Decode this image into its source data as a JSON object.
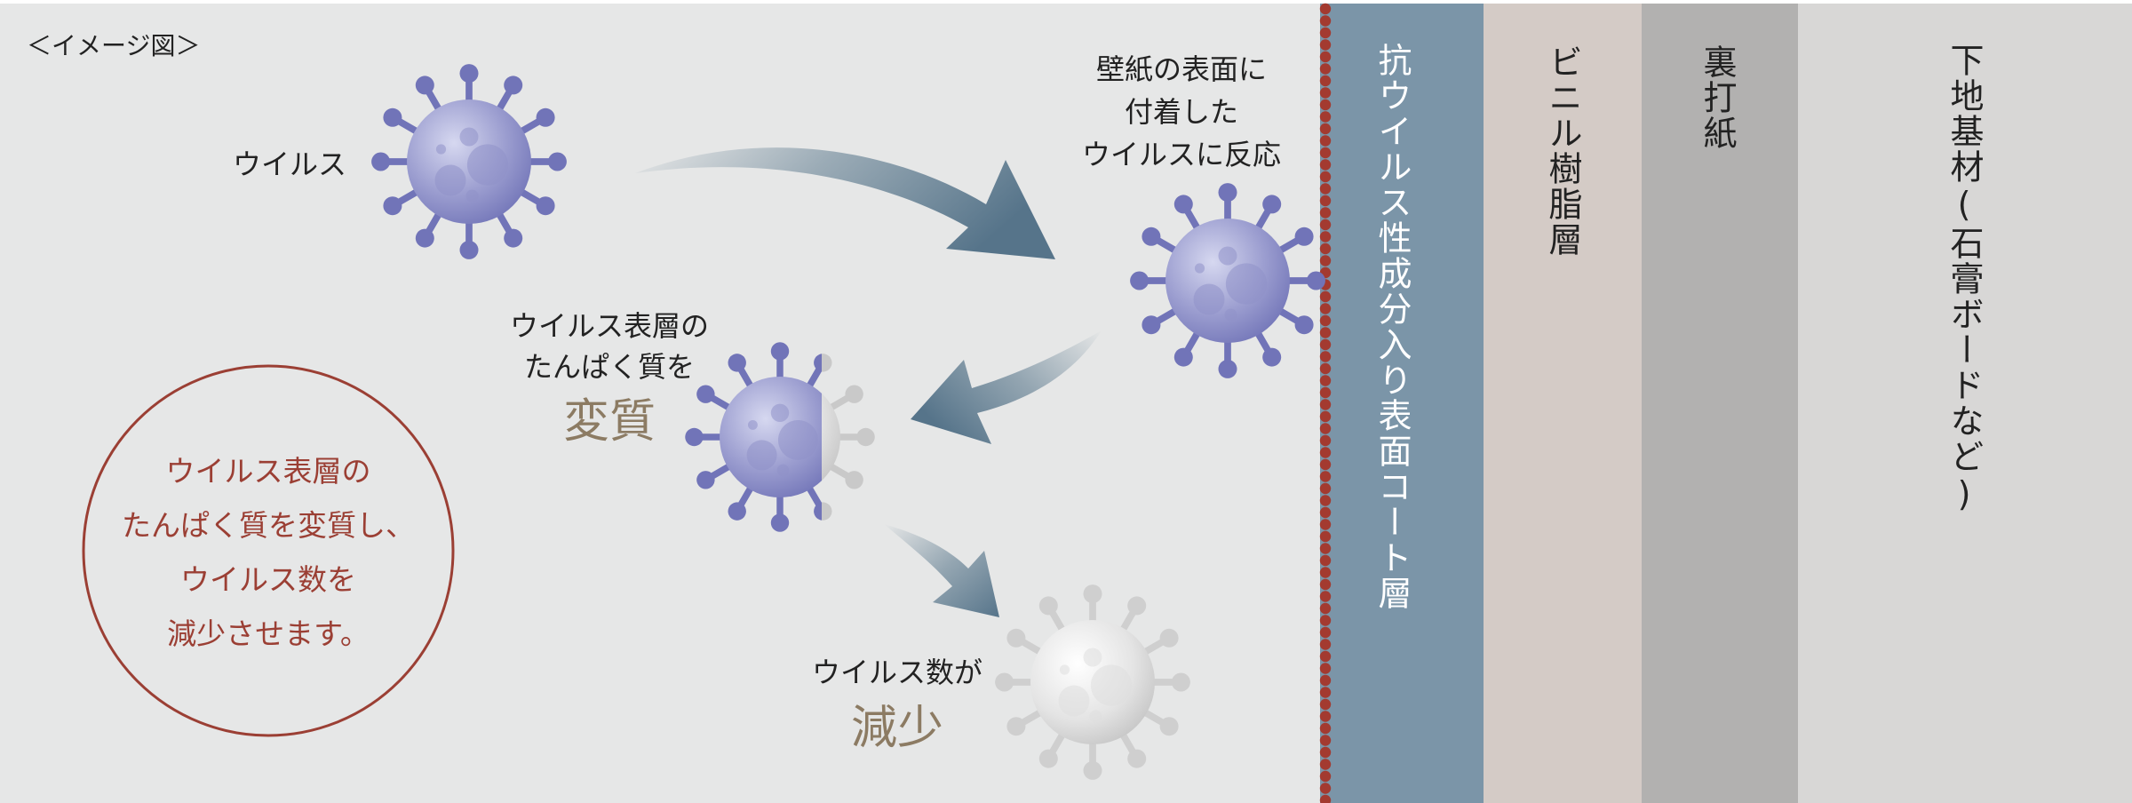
{
  "caption": "＜イメージ図＞",
  "labels": {
    "virus": "ウイルス",
    "react_lines": [
      "壁紙の表面に",
      "付着した",
      "ウイルスに反応"
    ],
    "denature_lines": [
      "ウイルス表層の",
      "たんぱく質を"
    ],
    "denature_big": "変質",
    "decrease_line": "ウイルス数が",
    "decrease_big": "減少"
  },
  "summary_circle": {
    "lines": [
      "ウイルス表層の",
      "たんぱく質を変質し、",
      "ウイルス数を",
      "減少させます。"
    ]
  },
  "layers": [
    {
      "label": "抗ウイルス性成分入り表面コート層",
      "color": "#7b95a8",
      "text_color": "#ffffff"
    },
    {
      "label": "ビニル樹脂層",
      "color": "#d4cbc6",
      "text_color": "#222222"
    },
    {
      "label": "裏打紙",
      "color": "#b2b1b0",
      "text_color": "#222222"
    },
    {
      "label": "下地基材(石膏ボードなど)",
      "color": "#d8d7d6",
      "text_color": "#222222"
    }
  ],
  "colors": {
    "background": "#e6e7e7",
    "virus_purple": "#8183c0",
    "virus_gray": "#d7d7d7",
    "arrow": "#5d7a8e",
    "accent_brown": "#9b3f34",
    "big_text": "#8c7b63",
    "beads": "#a33a30"
  }
}
